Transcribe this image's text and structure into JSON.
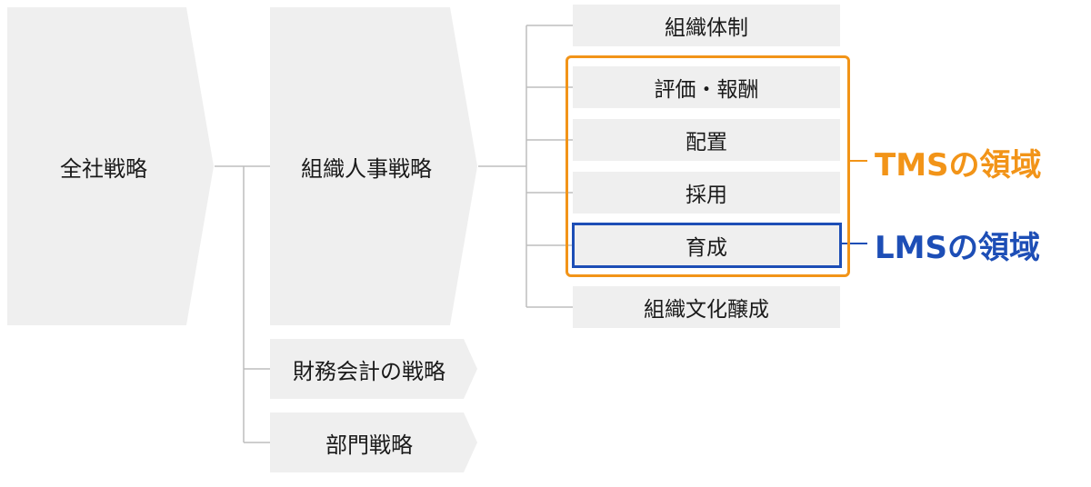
{
  "diagram": {
    "company_strategy": "全社戦略",
    "hr_strategy": "組織人事戦略",
    "finance_strategy": "財務会計の戦略",
    "department_strategy": "部門戦略",
    "hr_items": [
      "組織体制",
      "評価・報酬",
      "配置",
      "採用",
      "育成",
      "組織文化醸成"
    ],
    "tms_label": "TMSの領域",
    "lms_label": "LMSの領域",
    "colors": {
      "tms": "#f29418",
      "lms": "#1d4eb6",
      "box": "#efefef",
      "line": "#bdbdbd"
    }
  }
}
